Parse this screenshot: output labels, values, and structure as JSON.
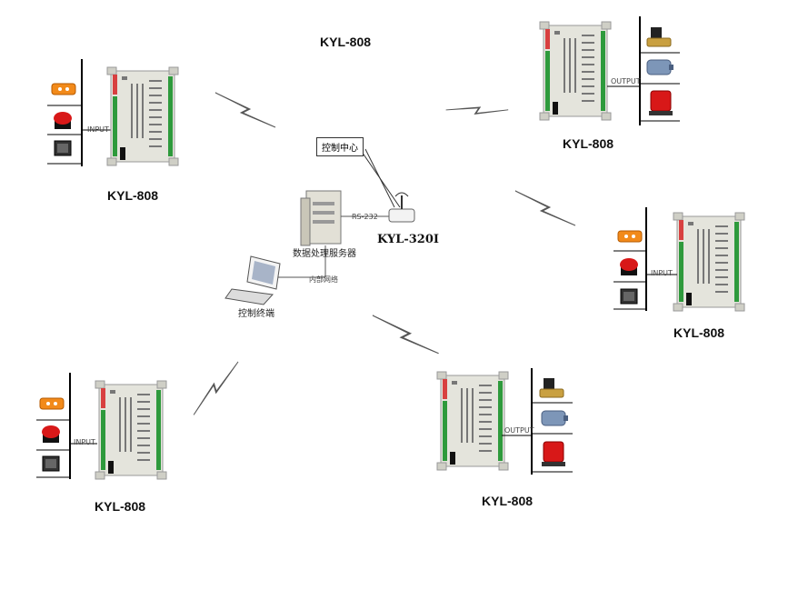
{
  "labels": {
    "top_center_device": "KYL-808",
    "top_left_device": "KYL-808",
    "top_right_device": "KYL-808",
    "mid_right_device": "KYL-808",
    "bottom_left_device": "KYL-808",
    "bottom_center_device": "KYL-808",
    "router": "KYL-320I",
    "server": "数据处理服务器",
    "terminal": "控制终端",
    "control_center": "控制中心",
    "rs232": "RS-232",
    "lan": "内部网络",
    "input_tag": "INPUT",
    "output_tag": "OUTPUT"
  },
  "colors": {
    "bolt_fill": "#f7f200",
    "bolt_stroke": "#555555",
    "board_body": "#e4e4dc",
    "terminal_green": "#2e9a3c",
    "line": "#000000"
  },
  "icons": {
    "input_devices": [
      "smoke-detector-icon",
      "emergency-button-icon",
      "rocker-switch-icon"
    ],
    "output_devices": [
      "solenoid-valve-icon",
      "motor-icon",
      "warning-light-icon"
    ]
  }
}
